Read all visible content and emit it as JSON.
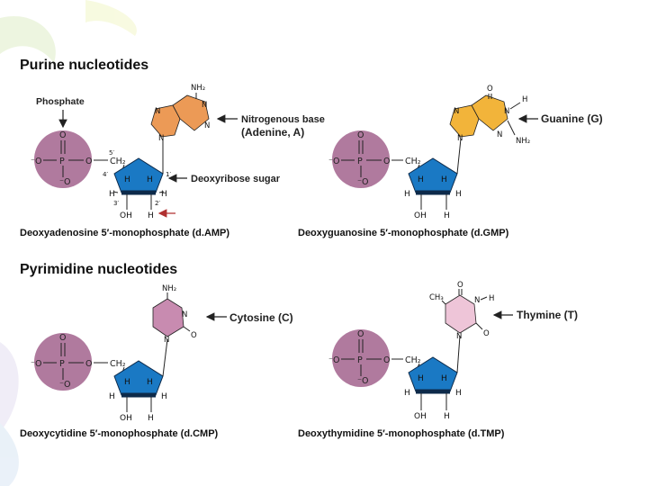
{
  "sections": {
    "purine_title": "Purine nucleotides",
    "pyrimidine_title": "Pyrimidine nucleotides"
  },
  "annotations": {
    "phosphate": "Phosphate",
    "base_line1": "Nitrogenous base",
    "base_line2": "(Adenine, A)",
    "sugar": "Deoxyribose sugar",
    "guanine": "Guanine (G)",
    "cytosine": "Cytosine (C)",
    "thymine": "Thymine (T)"
  },
  "captions": {
    "damp": "Deoxyadenosine 5′-monophosphate (d.AMP)",
    "dgmp": "Deoxyguanosine 5′-monophosphate (d.GMP)",
    "dcmp": "Deoxycytidine 5′-monophosphate (d.CMP)",
    "dtmp": "Deoxythymidine 5′-monophosphate (d.TMP)"
  },
  "chem": {
    "O": "O",
    "P": "P",
    "H": "H",
    "N": "N",
    "OH": "OH",
    "minus_O": "⁻O",
    "O_minus": "⁻O",
    "CH2": "CH₂",
    "NH2": "NH₂",
    "CH3": "CH₃",
    "pos_5p": "5′",
    "pos_4p": "4′",
    "pos_3p": "3′",
    "pos_2p": "2′",
    "pos_1p": "1′"
  },
  "colors": {
    "phosphate": "#b07a9e",
    "sugar": "#1a79c4",
    "sugar_edge": "#0d2a4a",
    "adenine": "#ec9a56",
    "guanine": "#f2b43a",
    "cytosine": "#c88bb0",
    "thymine": "#eec5d8",
    "arrow_red": "#b03030"
  }
}
